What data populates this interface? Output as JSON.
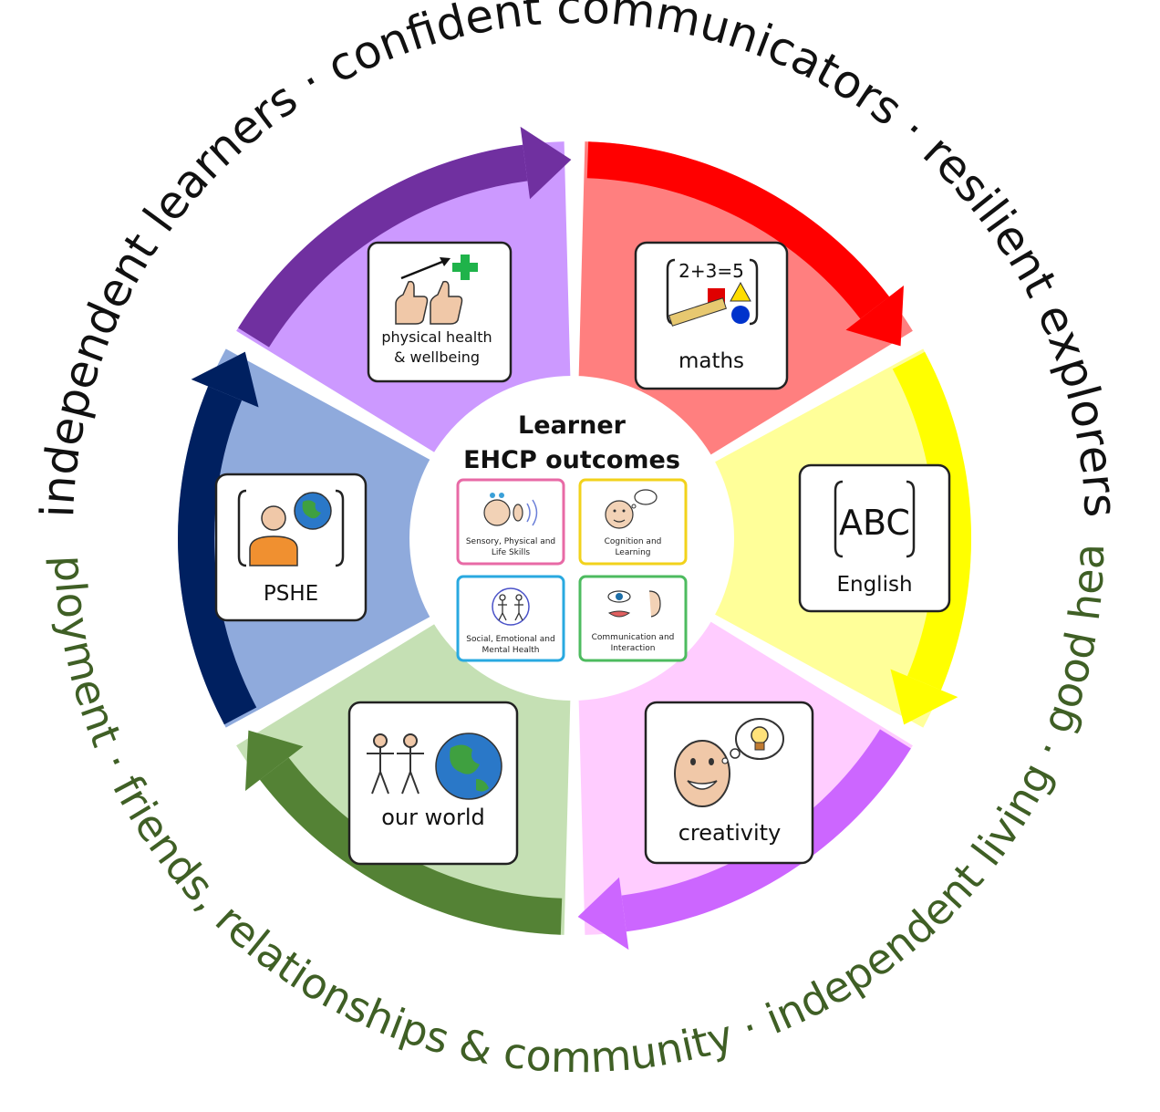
{
  "outer_ring": {
    "top_text": "independent learners · confident communicators · resilient explorers",
    "bottom_text": "employment · friends, relationships & community · independent living · good health",
    "top_color": "#111111",
    "bottom_color": "#3f5f25"
  },
  "center": {
    "title_line1": "Learner",
    "title_line2": "EHCP outcomes",
    "areas": [
      {
        "line1": "Sensory, Physical and",
        "line2": "Life Skills",
        "border": "#e86aa6"
      },
      {
        "line1": "Cognition and",
        "line2": "Learning",
        "border": "#f2d21b"
      },
      {
        "line1": "Social, Emotional and",
        "line2": "Mental Health",
        "border": "#29a9e0"
      },
      {
        "line1": "Communication and",
        "line2": "Interaction",
        "border": "#4dbb5f"
      }
    ]
  },
  "segments": [
    {
      "id": "maths",
      "label": "maths",
      "fill": "#ff7f7f",
      "arrow": "#ff0000"
    },
    {
      "id": "english",
      "label": "English",
      "fill": "#ffff99",
      "arrow": "#ffff00"
    },
    {
      "id": "creativity",
      "label": "creativity",
      "fill": "#ffccff",
      "arrow": "#cc66ff"
    },
    {
      "id": "our-world",
      "label": "our world",
      "fill": "#c5e0b4",
      "arrow": "#548235"
    },
    {
      "id": "pshe",
      "label": "PSHE",
      "fill": "#8faadc",
      "arrow": "#002060"
    },
    {
      "id": "physical-health",
      "label_line1": "physical health",
      "label_line2": "& wellbeing",
      "fill": "#cc99ff",
      "arrow": "#7030a0"
    }
  ],
  "icons": {
    "maths_equation": "2+3=5",
    "english_text": "ABC"
  }
}
